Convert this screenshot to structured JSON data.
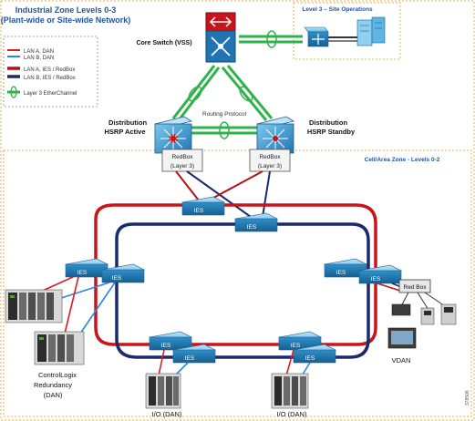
{
  "header": {
    "title_line1": "Industrial Zone Levels 0-3",
    "title_line2": "(Plant-wide or Site-wide Network)"
  },
  "legend": {
    "items": [
      {
        "label": "LAN A, DAN",
        "color": "#d81e23"
      },
      {
        "label": "LAN B, DAN",
        "color": "#2e86de"
      },
      {
        "label": "LAN A, IES / RedBox",
        "color": "#b31217"
      },
      {
        "label": "LAN B, IES / RedBox",
        "color": "#1a2a6c"
      },
      {
        "label": "Layer 3 EtherChannel",
        "color": "#2db34a"
      }
    ]
  },
  "level3": {
    "title": "Level 3 – Site Operations"
  },
  "core": {
    "label": "Core Switch (VSS)"
  },
  "routing": {
    "label": "Routing Protocol"
  },
  "distribution": {
    "active_line1": "Distribution",
    "active_line2": "HSRP Active",
    "standby_line1": "Distribution",
    "standby_line2": "HSRP Standby"
  },
  "redbox": {
    "left_line1": "RedBox",
    "left_line2": "(Layer 3)",
    "right_line1": "RedBox",
    "right_line2": "(Layer 3)",
    "vdan_label": "Red Box"
  },
  "cell_zone": {
    "title": "Cell/Area Zone -  Levels 0-2"
  },
  "ies": {
    "label": "IES"
  },
  "controllogix": {
    "line1": "ControlLogix",
    "line2": "Redundancy",
    "line3": "(DAN)"
  },
  "io": {
    "left_label": "I/O (DAN)",
    "right_label": "I/O (DAN)"
  },
  "vdan": {
    "label": "VDAN"
  },
  "footer": {
    "code": "378506"
  },
  "colors": {
    "red": "#c8151b",
    "navy": "#1b2a6b",
    "blue": "#2e86de",
    "green": "#2db34a",
    "switch": "#3aa0d8",
    "zone_border": "#e3b14a",
    "title_blue": "#2055a4"
  }
}
